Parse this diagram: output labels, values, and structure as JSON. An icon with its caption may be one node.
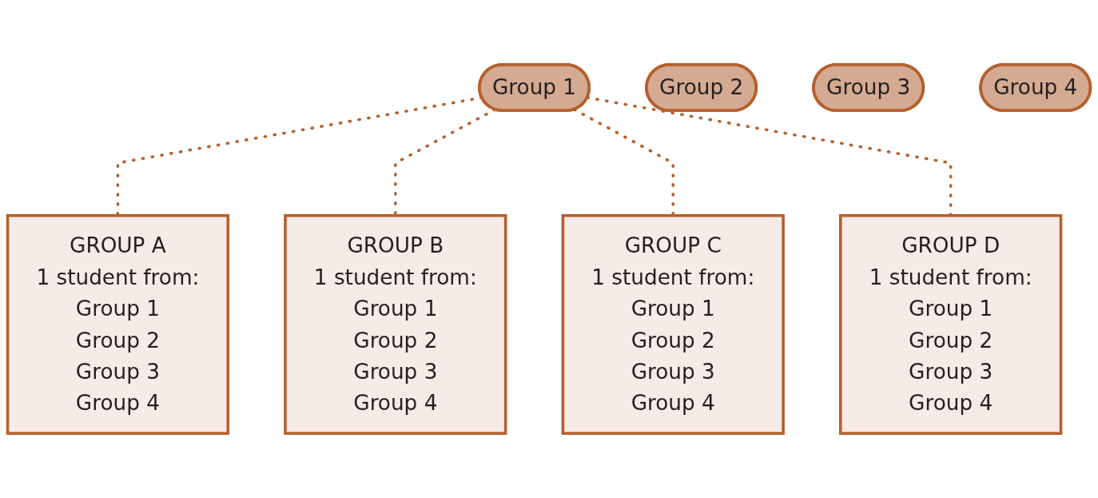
{
  "diagram": {
    "nodes": [
      {
        "text": [
          "Group 1"
        ]
      },
      {
        "text": [
          "Group 2"
        ]
      },
      {
        "text": [
          "Group 3"
        ]
      },
      {
        "text": [
          "Group 4"
        ]
      },
      {
        "text": [
          "GROUP A",
          "1 student from:",
          "Group 1",
          "Group 2",
          "Group 3",
          "Group 4"
        ]
      },
      {
        "text": [
          "GROUP B",
          "1 student from:",
          "Group 1",
          "Group 2",
          "Group 3",
          "Group 4"
        ]
      },
      {
        "text": [
          "GROUP C",
          "1 student from:",
          "Group 1",
          "Group 2",
          "Group 3",
          "Group 4"
        ]
      },
      {
        "text": [
          "GROUP D",
          "1 student from:",
          "Group 1",
          "Group 2",
          "Group 3",
          "Group 4"
        ]
      }
    ],
    "edges": [
      {
        "from": 0,
        "to": 4,
        "arrow": "none",
        "style": "dashed"
      },
      {
        "from": 0,
        "to": 5,
        "arrow": "none",
        "style": "dashed"
      },
      {
        "from": 0,
        "to": 6,
        "arrow": "none",
        "style": "dashed"
      },
      {
        "from": 0,
        "to": 7,
        "arrow": "none",
        "style": "dashed"
      }
    ]
  }
}
